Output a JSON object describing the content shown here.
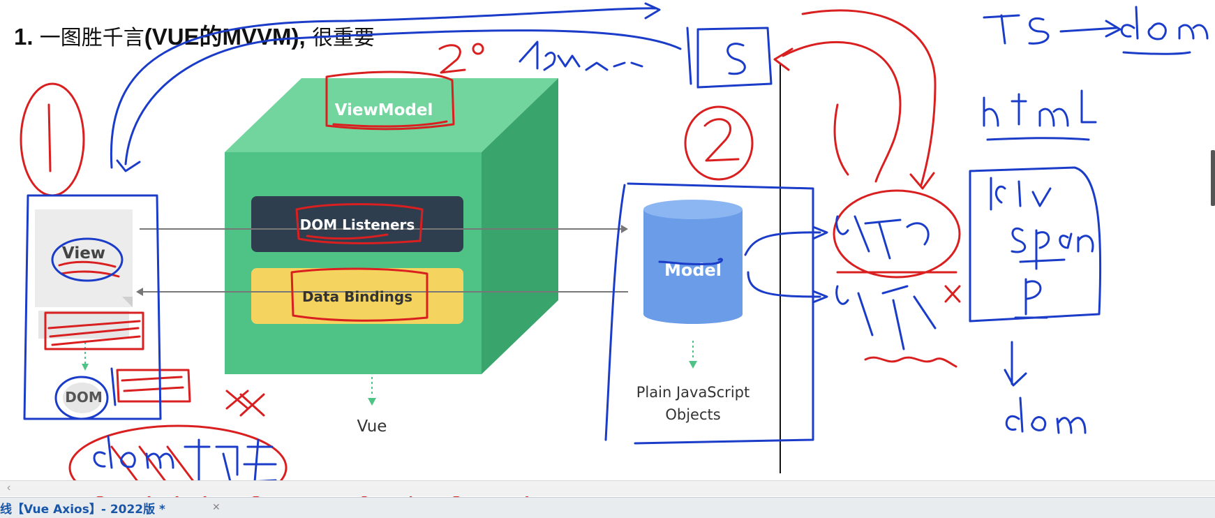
{
  "heading": {
    "number": "1.",
    "text_cn_1": "一图胜千言",
    "text_en": "(VUE的MVVM),",
    "text_cn_2": "很重要"
  },
  "diagram": {
    "viewmodel_label": "ViewModel",
    "dom_listeners": "DOM Listeners",
    "data_bindings": "Data Bindings",
    "vue_caption": "Vue",
    "view_label": "View",
    "dom_label": "DOM",
    "model_label": "Model",
    "model_caption_1": "Plain JavaScript",
    "model_caption_2": "Objects"
  },
  "tab": {
    "title": "线【Vue Axios】- 2022版 *"
  },
  "colors": {
    "cube_front": "#4fc386",
    "cube_top": "#72d59e",
    "cube_side": "#3aa46d",
    "dark_bar": "#2f3e4f",
    "yellow_bar": "#f4d35e",
    "model_blue": "#6a9ce8",
    "annot_blue": "#1a3cc8",
    "annot_red": "#d91f1f"
  }
}
